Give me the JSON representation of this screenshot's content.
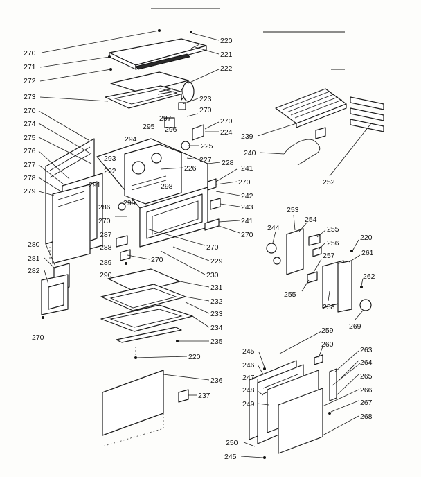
{
  "callouts": [
    {
      "id": "c220a",
      "text": "220"
    },
    {
      "id": "c221",
      "text": "221"
    },
    {
      "id": "c222",
      "text": "222"
    },
    {
      "id": "c223",
      "text": "223"
    },
    {
      "id": "c270a",
      "text": "270"
    },
    {
      "id": "c271",
      "text": "271"
    },
    {
      "id": "c272",
      "text": "272"
    },
    {
      "id": "c273",
      "text": "273"
    },
    {
      "id": "c270b",
      "text": "270"
    },
    {
      "id": "c274",
      "text": "274"
    },
    {
      "id": "c275",
      "text": "275"
    },
    {
      "id": "c276",
      "text": "276"
    },
    {
      "id": "c277",
      "text": "277"
    },
    {
      "id": "c278",
      "text": "278"
    },
    {
      "id": "c279",
      "text": "279"
    },
    {
      "id": "c295",
      "text": "295"
    },
    {
      "id": "c296",
      "text": "296"
    },
    {
      "id": "c297",
      "text": "297"
    },
    {
      "id": "c270c",
      "text": "270"
    },
    {
      "id": "c270d",
      "text": "270"
    },
    {
      "id": "c224",
      "text": "224"
    },
    {
      "id": "c225",
      "text": "225"
    },
    {
      "id": "c227",
      "text": "227"
    },
    {
      "id": "c228",
      "text": "228"
    },
    {
      "id": "c226",
      "text": "226"
    },
    {
      "id": "c293",
      "text": "293"
    },
    {
      "id": "c294",
      "text": "294"
    },
    {
      "id": "c292",
      "text": "292"
    },
    {
      "id": "c291",
      "text": "291"
    },
    {
      "id": "c298",
      "text": "298"
    },
    {
      "id": "c299",
      "text": "299"
    },
    {
      "id": "c286",
      "text": "286"
    },
    {
      "id": "c270e",
      "text": "270"
    },
    {
      "id": "c241a",
      "text": "241"
    },
    {
      "id": "c270f",
      "text": "270"
    },
    {
      "id": "c242",
      "text": "242"
    },
    {
      "id": "c243",
      "text": "243"
    },
    {
      "id": "c241b",
      "text": "241"
    },
    {
      "id": "c270g",
      "text": "270"
    },
    {
      "id": "c270h",
      "text": "270"
    },
    {
      "id": "c287",
      "text": "287"
    },
    {
      "id": "c288",
      "text": "288"
    },
    {
      "id": "c270i",
      "text": "270"
    },
    {
      "id": "c289",
      "text": "289"
    },
    {
      "id": "c290",
      "text": "290"
    },
    {
      "id": "c229",
      "text": "229"
    },
    {
      "id": "c230",
      "text": "230"
    },
    {
      "id": "c280",
      "text": "280"
    },
    {
      "id": "c281",
      "text": "281"
    },
    {
      "id": "c282",
      "text": "282"
    },
    {
      "id": "c270j",
      "text": "270"
    },
    {
      "id": "c231",
      "text": "231"
    },
    {
      "id": "c232",
      "text": "232"
    },
    {
      "id": "c233",
      "text": "233"
    },
    {
      "id": "c234",
      "text": "234"
    },
    {
      "id": "c235",
      "text": "235"
    },
    {
      "id": "c220b",
      "text": "220"
    },
    {
      "id": "c236",
      "text": "236"
    },
    {
      "id": "c237",
      "text": "237"
    },
    {
      "id": "c239",
      "text": "239"
    },
    {
      "id": "c240",
      "text": "240"
    },
    {
      "id": "c252",
      "text": "252"
    },
    {
      "id": "c253",
      "text": "253"
    },
    {
      "id": "c254",
      "text": "254"
    },
    {
      "id": "c255a",
      "text": "255"
    },
    {
      "id": "c256",
      "text": "256"
    },
    {
      "id": "c244",
      "text": "244"
    },
    {
      "id": "c257",
      "text": "257"
    },
    {
      "id": "c255b",
      "text": "255"
    },
    {
      "id": "c258",
      "text": "258"
    },
    {
      "id": "c220c",
      "text": "220"
    },
    {
      "id": "c261",
      "text": "261"
    },
    {
      "id": "c262",
      "text": "262"
    },
    {
      "id": "c269",
      "text": "269"
    },
    {
      "id": "c259",
      "text": "259"
    },
    {
      "id": "c260",
      "text": "260"
    },
    {
      "id": "c245a",
      "text": "245"
    },
    {
      "id": "c246",
      "text": "246"
    },
    {
      "id": "c247",
      "text": "247"
    },
    {
      "id": "c248",
      "text": "248"
    },
    {
      "id": "c249",
      "text": "249"
    },
    {
      "id": "c263",
      "text": "263"
    },
    {
      "id": "c264",
      "text": "264"
    },
    {
      "id": "c265",
      "text": "265"
    },
    {
      "id": "c266",
      "text": "266"
    },
    {
      "id": "c267",
      "text": "267"
    },
    {
      "id": "c268",
      "text": "268"
    },
    {
      "id": "c250",
      "text": "250"
    },
    {
      "id": "c245b",
      "text": "245"
    }
  ]
}
